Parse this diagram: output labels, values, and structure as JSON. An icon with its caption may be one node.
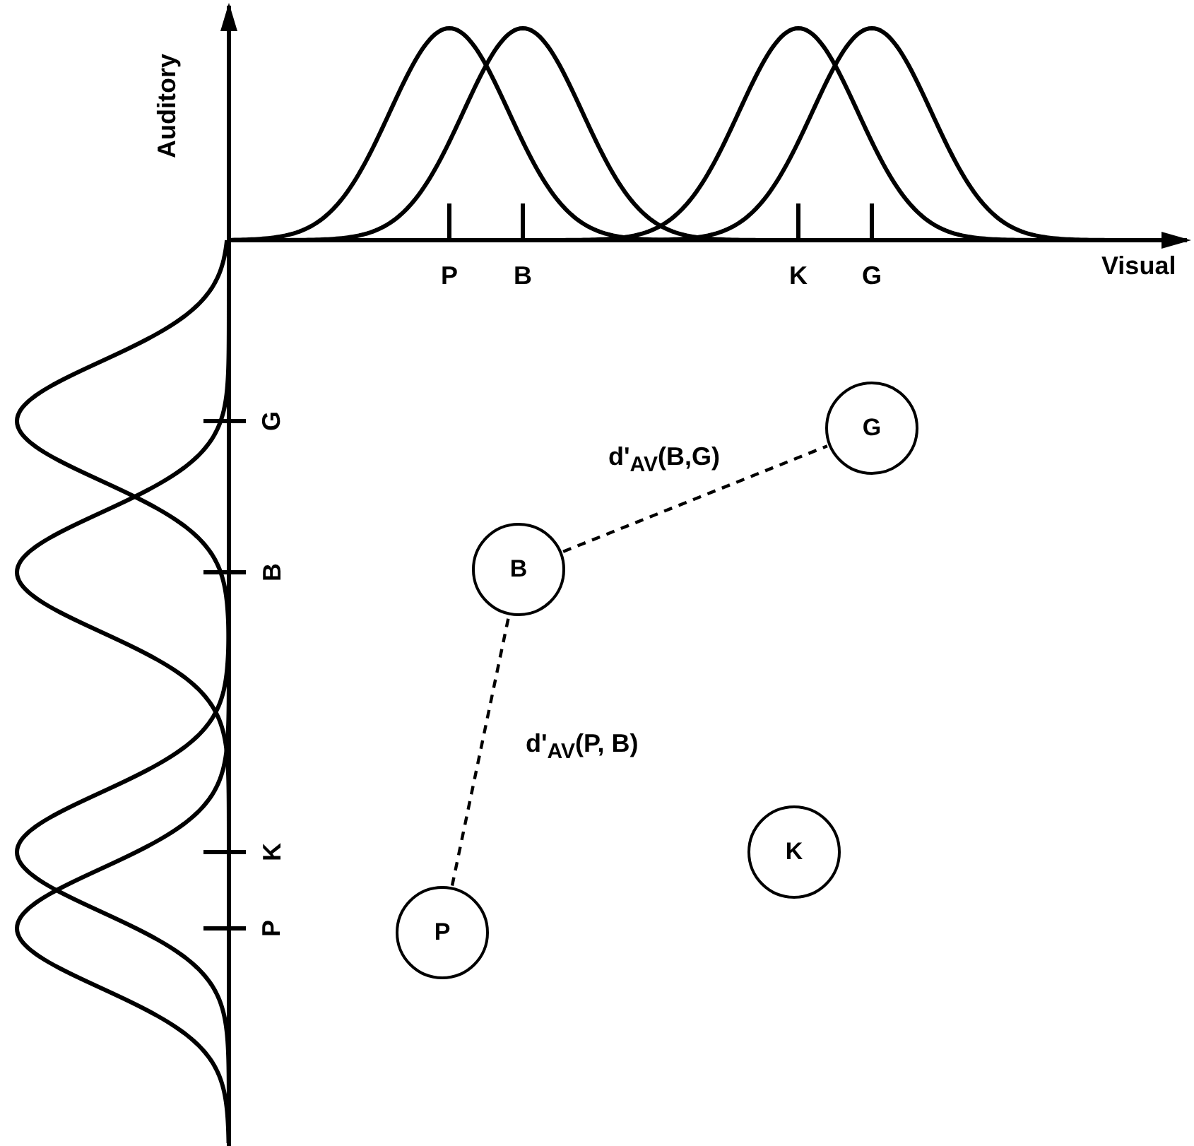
{
  "diagram": {
    "nodes": [
      {
        "text": [
          "G"
        ]
      },
      {
        "text": [
          "B"
        ]
      },
      {
        "text": [
          "K"
        ]
      },
      {
        "text": [
          "P"
        ]
      }
    ],
    "edges": [
      {
        "from": 1,
        "to": 0,
        "arrow": "none",
        "style": "dashed",
        "label": "d'$_{AV}$(B,G)"
      },
      {
        "from": 3,
        "to": 1,
        "arrow": "none",
        "style": "dashed",
        "label": "d'$_{AV}$(P, B)"
      }
    ],
    "labels": [
      "Auditory",
      "Visual",
      "P",
      "B",
      "K",
      "G",
      "G",
      "B",
      "K",
      "P"
    ]
  }
}
